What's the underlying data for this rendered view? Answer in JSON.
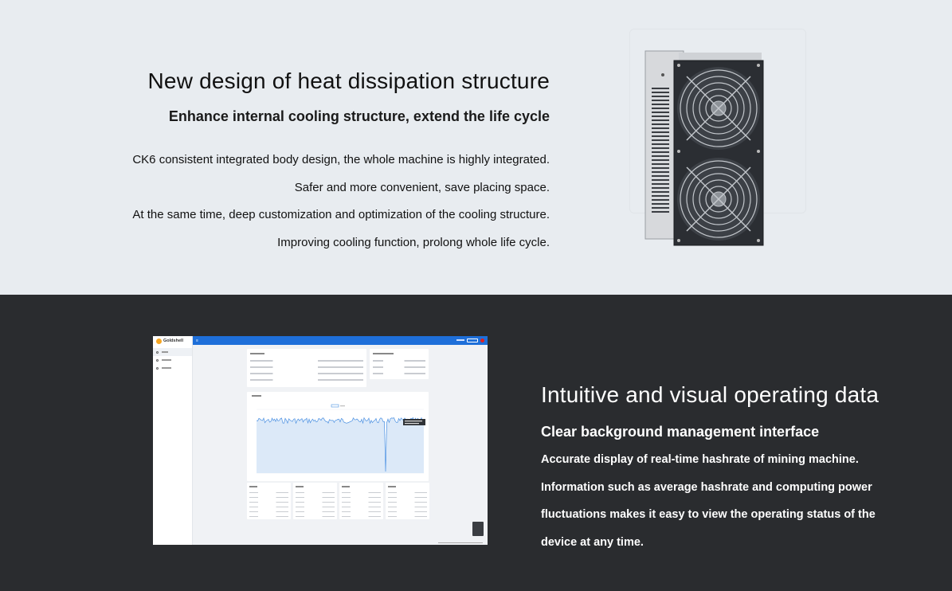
{
  "heat": {
    "title": "New design of heat dissipation structure",
    "subtitle": "Enhance internal cooling structure, extend the life cycle",
    "lines": [
      "CK6 consistent integrated body design, the whole machine is highly integrated.",
      "Safer and more convenient, save placing space.",
      "At the same time, deep customization and optimization of the cooling structure.",
      "Improving cooling function, prolong whole life cycle."
    ]
  },
  "operating": {
    "title": "Intuitive and visual operating data",
    "subtitle": "Clear background management interface",
    "lines": [
      "Accurate display of real-time hashrate of mining machine.",
      "Information such as average hashrate and computing power",
      "fluctuations makes it easy to view the operating status of the",
      "device at any time."
    ]
  },
  "dashboard": {
    "logo": "Goldshell",
    "nav": [
      "",
      "",
      ""
    ]
  },
  "colors": {
    "top_bg": "#e8ecf0",
    "bottom_bg": "#2a2c2f",
    "dashboard_header": "#1e6fd9",
    "chart_line": "#4a90e2",
    "chart_fill": "#dce9f8",
    "brand_orange": "#f5a623"
  },
  "icons": [
    "miner-device-illustration",
    "fan-grill-icon",
    "goldshell-logo-icon",
    "menu-icon"
  ]
}
